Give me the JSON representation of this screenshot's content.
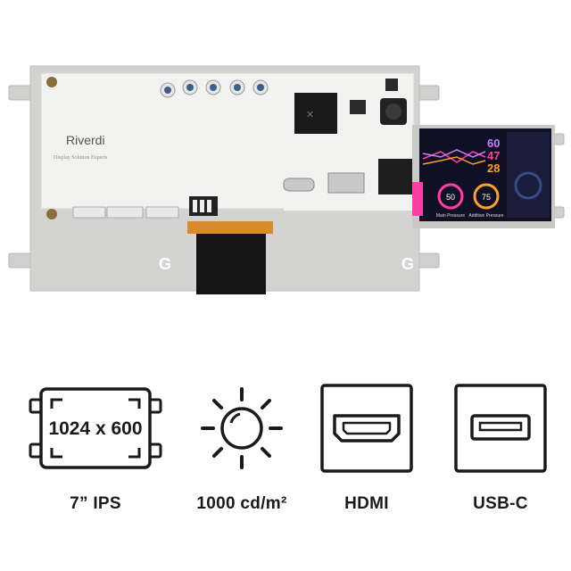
{
  "board": {
    "brand": "Riverdi",
    "tagline": "Display Solution Experts"
  },
  "screen": {
    "readouts": [
      "60",
      "47",
      "28"
    ],
    "gauge_values": [
      "50",
      "75"
    ],
    "gauge_labels": [
      "Main Pressure",
      "Additive Pressure"
    ]
  },
  "features": [
    {
      "id": "resolution",
      "icon": "display-resolution-icon",
      "icon_text": "1024 x 600",
      "label": "7” IPS"
    },
    {
      "id": "brightness",
      "icon": "sun-brightness-icon",
      "label": "1000 cd/m²"
    },
    {
      "id": "hdmi",
      "icon": "hdmi-port-icon",
      "label": "HDMI"
    },
    {
      "id": "usb",
      "icon": "usb-port-icon",
      "label": "USB-C"
    }
  ],
  "colors": {
    "board_white": "#f2f2f0",
    "metal_frame": "#d3d3d1",
    "flex_cable": "#d98a2c",
    "screen_bg": "#0f1024",
    "readout_purple": "#c77dff",
    "readout_pink": "#ff3fa4",
    "readout_orange": "#ff9f2e",
    "icon_dark": "#1a1a1a"
  }
}
